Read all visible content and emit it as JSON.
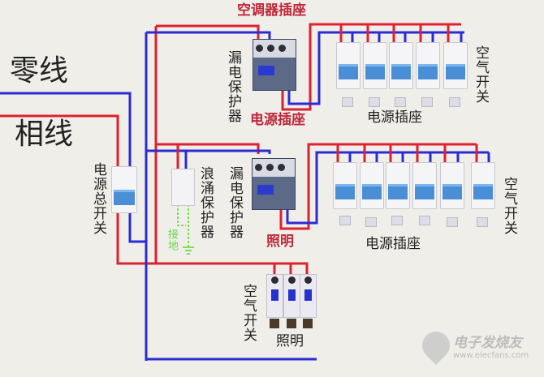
{
  "labels": {
    "neutral_line": "零线",
    "phase_line": "相线",
    "main_switch": "电源总开关",
    "rcd_top": "漏电保护器",
    "rcd_mid": "漏电保护器",
    "surge_protector": "浪涌保护器",
    "grounding": "接地",
    "ac_socket": "空调器插座",
    "power_socket_red": "电源插座",
    "lighting_red": "照明",
    "power_sockets_top": "电源插座",
    "power_sockets_mid": "电源插座",
    "air_switch_top": "空气开关",
    "air_switch_mid": "空气开关",
    "air_switch_bottom": "空气开关",
    "lighting_bottom": "照明"
  },
  "watermark": {
    "brand": "电子发烧友",
    "url": "www.elecfans.com"
  },
  "colors": {
    "phase_wire": "#e0202e",
    "neutral_wire": "#2b2bd6",
    "ground_wire": "#7ee04e",
    "red_label": "#c0283a",
    "background": "#efeee9"
  },
  "components": {
    "top_row_breakers": 5,
    "mid_row_breakers": 6,
    "bottom_lighting_breakers": 3
  }
}
